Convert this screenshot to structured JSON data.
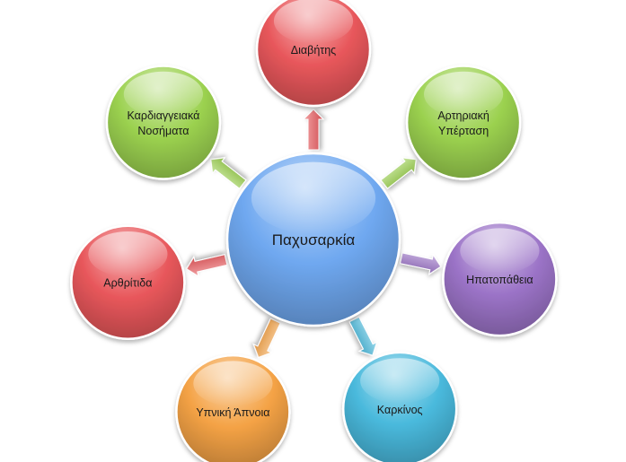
{
  "diagram": {
    "type": "radial-cycle",
    "center": {
      "label": "Παχυσαρκία",
      "color": "#6fa8f0"
    },
    "nodes": [
      {
        "key": "diabetes",
        "lines": [
          "Διαβήτης"
        ],
        "color": "#e8575b",
        "angle": 90
      },
      {
        "key": "hypertension",
        "lines": [
          "Αρτηριακή",
          "Υπέρταση"
        ],
        "color": "#9bd14f",
        "angle": 38
      },
      {
        "key": "liver-disease",
        "lines": [
          "Ηπατοπάθεια"
        ],
        "color": "#9b73c7",
        "angle": -12
      },
      {
        "key": "cancer",
        "lines": [
          "Καρκίνος"
        ],
        "color": "#49b9dc",
        "angle": -63
      },
      {
        "key": "sleep-apnea",
        "lines": [
          "Υπνική Άπνοια"
        ],
        "color": "#f4a245",
        "angle": -115
      },
      {
        "key": "arthritis",
        "lines": [
          "Αρθρίτιδα"
        ],
        "color": "#e8575b",
        "angle": -167
      },
      {
        "key": "cardiovascular",
        "lines": [
          "Καρδιαγγειακά",
          "Νοσήματα"
        ],
        "color": "#9bd14f",
        "angle": 142
      }
    ]
  }
}
